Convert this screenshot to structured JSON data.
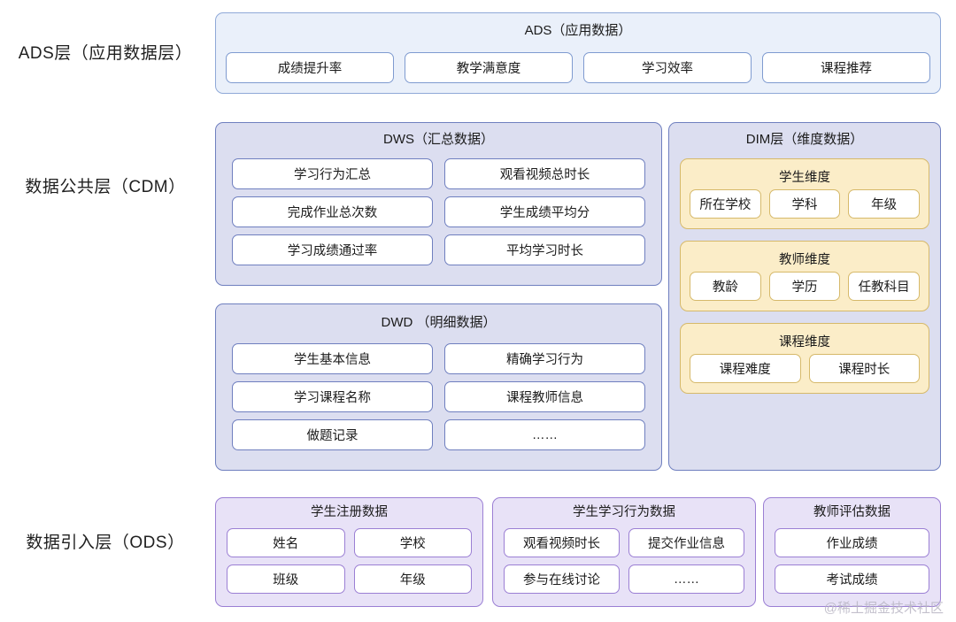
{
  "rows": {
    "ads_label": "ADS层（应用数据层）",
    "cdm_label": "数据公共层（CDM）",
    "ods_label": "数据引入层（ODS）"
  },
  "ads": {
    "title": "ADS（应用数据）",
    "items": [
      "成绩提升率",
      "教学满意度",
      "学习效率",
      "课程推荐"
    ]
  },
  "dws": {
    "title": "DWS（汇总数据）",
    "items": [
      "学习行为汇总",
      "观看视频总时长",
      "完成作业总次数",
      "学生成绩平均分",
      "学习成绩通过率",
      "平均学习时长"
    ]
  },
  "dwd": {
    "title": "DWD （明细数据）",
    "items": [
      "学生基本信息",
      "精确学习行为",
      "学习课程名称",
      "课程教师信息",
      "做题记录",
      "……"
    ]
  },
  "dim": {
    "title": "DIM层（维度数据）",
    "groups": [
      {
        "title": "学生维度",
        "items": [
          "所在学校",
          "学科",
          "年级"
        ]
      },
      {
        "title": "教师维度",
        "items": [
          "教龄",
          "学历",
          "任教科目"
        ]
      },
      {
        "title": "课程维度",
        "items": [
          "课程难度",
          "课程时长"
        ]
      }
    ]
  },
  "ods": {
    "panels": [
      {
        "title": "学生注册数据",
        "items": [
          "姓名",
          "学校",
          "班级",
          "年级"
        ],
        "columns": 2
      },
      {
        "title": "学生学习行为数据",
        "items": [
          "观看视频时长",
          "提交作业信息",
          "参与在线讨论",
          "……"
        ],
        "columns": 2
      },
      {
        "title": "教师评估数据",
        "items": [
          "作业成绩",
          "考试成绩"
        ],
        "columns": 1
      }
    ]
  },
  "watermark": "@稀土掘金技术社区",
  "colors": {
    "ads_fill": "#eaf0fa",
    "ads_border": "#8fa9d8",
    "cdm_fill": "#dcdef0",
    "cdm_border": "#6f7fbf",
    "dim_group_fill": "#fbedc8",
    "dim_group_border": "#d6b96a",
    "ods_fill": "#e8e2f7",
    "ods_border": "#9b7fd4",
    "chip_fill": "#ffffff",
    "text": "#1b1b1b"
  }
}
